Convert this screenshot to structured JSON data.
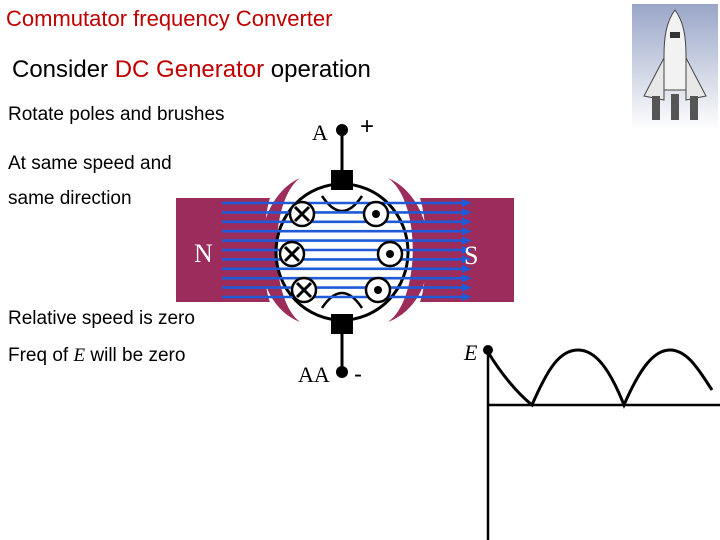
{
  "title": "Commutator frequency Converter",
  "subtitle": {
    "prefix": "Consider ",
    "highlight": "DC Generator",
    "suffix": " operation"
  },
  "left_text": {
    "line1": "Rotate poles and brushes",
    "line2a": "At same speed and",
    "line2b": "same direction",
    "line3": "Relative speed is zero",
    "line4_prefix": "Freq of ",
    "line4_var": "E",
    "line4_suffix": " will be zero"
  },
  "diagram": {
    "pole_north": "N",
    "pole_south": "S",
    "terminal_top_label": "A",
    "terminal_top_sign": "+",
    "terminal_bottom_label": "AA",
    "terminal_bottom_sign": "-",
    "graph_label": "E",
    "colors": {
      "pole": "#9b2c5c",
      "flux": "#1f5bd6",
      "accent_text": "#c00000",
      "rocket_bg": "#3a4a7a"
    }
  }
}
